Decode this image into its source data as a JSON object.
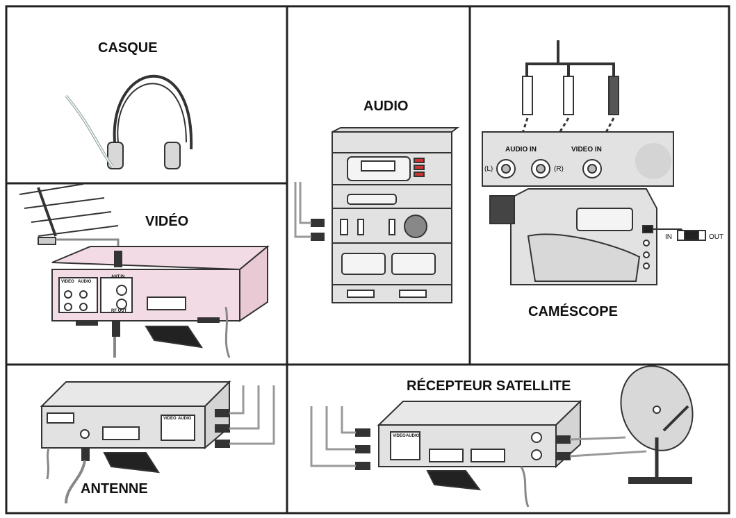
{
  "panels": {
    "casque": {
      "title": "CASQUE"
    },
    "video": {
      "title": "VIDÉO",
      "ant_in": "ANT.IN",
      "rf_out": "RF OUT",
      "video": "VIDEO",
      "audio": "AUDIO"
    },
    "audio": {
      "title": "AUDIO"
    },
    "camescope": {
      "title": "CAMÉSCOPE",
      "audio_in": "AUDIO  IN",
      "video_in": "VIDEO IN",
      "left": "(L)",
      "right": "(R)",
      "in": "IN",
      "out": "OUT"
    },
    "antenne": {
      "title": "ANTENNE",
      "video": "VIDEO",
      "audio": "AUDIO"
    },
    "satellite": {
      "title": "RÉCEPTEUR SATELLITE",
      "video": "VIDEO",
      "audio": "AUDIO"
    }
  },
  "colors": {
    "pink": "#f2dbe4",
    "device": "#e2e2e2",
    "device_dark": "#b8b8b8",
    "line": "#222222"
  }
}
